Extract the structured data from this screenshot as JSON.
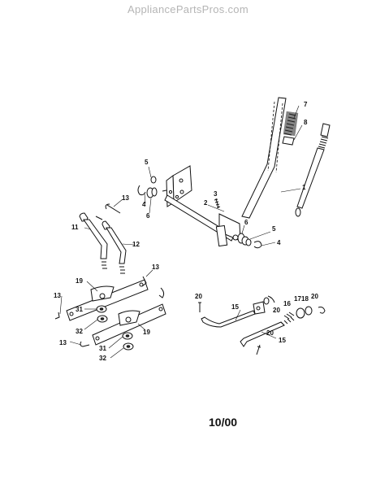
{
  "watermark": "AppliancePartsPros.com",
  "date_code": "10/00",
  "callouts": {
    "c1": "1",
    "c2": "2",
    "c3": "3",
    "c4a": "4",
    "c4b": "4",
    "c5a": "5",
    "c5b": "5",
    "c6a": "6",
    "c6b": "6",
    "c7": "7",
    "c8": "8",
    "c11": "11",
    "c12": "12",
    "c13a": "13",
    "c13b": "13",
    "c13c": "13",
    "c13d": "13",
    "c15a": "15",
    "c15b": "15",
    "c16": "16",
    "c17": "17",
    "c18": "18",
    "c19a": "19",
    "c19b": "19",
    "c20a": "20",
    "c20b": "20",
    "c20c": "20",
    "c20d": "20",
    "c31a": "31",
    "c31b": "31",
    "c32a": "32",
    "c32b": "32"
  }
}
